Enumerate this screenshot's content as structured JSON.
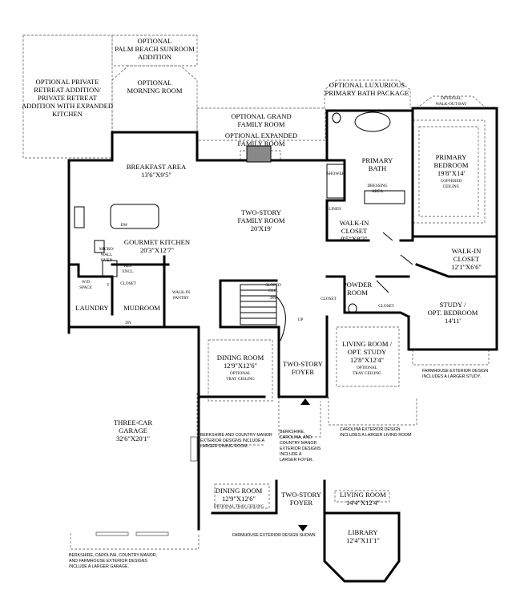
{
  "plan": {
    "retreat": {
      "l1": "OPTIONAL PRIVATE",
      "l2": "RETREAT ADDITION/",
      "l3": "PRIVATE RETREAT",
      "l4": "ADDITION WITH EXPANDED",
      "l5": "KITCHEN"
    },
    "sunroom": {
      "l1": "OPTIONAL",
      "l2": "PALM BEACH SUNROOM",
      "l3": "ADDITION"
    },
    "morning": {
      "l1": "OPTIONAL",
      "l2": "MORNING ROOM"
    },
    "bath_pkg": {
      "l1": "OPTIONAL LUXURIOUS",
      "l2": "PRIMARY BATH PACKAGE"
    },
    "walkout": {
      "l1": "OPTIONAL",
      "l2": "WALK-OUT BAY"
    },
    "grand": {
      "l1": "OPTIONAL GRAND",
      "l2": "FAMILY ROOM"
    },
    "expanded": {
      "l1": "OPTIONAL EXPANDED",
      "l2": "FAMILY ROOM"
    },
    "breakfast": {
      "name": "BREAKFAST AREA",
      "dim": "13'6\"X9'5\""
    },
    "dw": "DW",
    "micro": {
      "l1": "MICRO/",
      "l2": "WALL",
      "l3": "OVEN"
    },
    "kitchen": {
      "name": "GOURMET KITCHEN",
      "dim": "20'3\"X12'7\""
    },
    "ref": {
      "l1": "REF.",
      "l2": "ENCL."
    },
    "family": {
      "l1": "TWO-STORY",
      "l2": "FAMILY ROOM",
      "dim": "20'X19'"
    },
    "primary_bath": {
      "l1": "PRIMARY",
      "l2": "BATH"
    },
    "shower": "SHOWER",
    "dressing": {
      "l1": "DRESSING",
      "l2": "AREA"
    },
    "linen": "LINEN",
    "primary_bed": {
      "l1": "PRIMARY",
      "l2": "BEDROOM",
      "dim": "19'8\"X14'",
      "l3": "COFFERED",
      "l4": "CEILING"
    },
    "wic1": {
      "l1": "WALK-IN",
      "l2": "CLOSET",
      "dim": "9'5\"X8'2\""
    },
    "wic2": {
      "l1": "WALK-IN",
      "l2": "CLOSET",
      "dim": "12'1\"X6'6\""
    },
    "wd": {
      "l1": "W/D",
      "l2": "SPACE"
    },
    "t": "T",
    "closet": "CLOSET",
    "laundry": "LAUNDRY",
    "mudroom": "MUDROOM",
    "walkin_pantry": {
      "l1": "WALK-IN",
      "l2": "PANTRY"
    },
    "dn": "DN",
    "up": "UP",
    "sloped": {
      "l1": "SLOPED",
      "l2": "CLG."
    },
    "powder": {
      "l1": "POWDER",
      "l2": "ROOM"
    },
    "study": {
      "l1": "STUDY /",
      "l2": "OPT. BEDROOM",
      "dim": "14'11'"
    },
    "dining": {
      "name": "DINING ROOM",
      "dim": "12'9\"X12'6\"",
      "l1": "OPTIONAL",
      "l2": "TRAY CEILING"
    },
    "foyer": {
      "l1": "TWO-STORY",
      "l2": "FOYER"
    },
    "living": {
      "l1": "LIVING ROOM /",
      "l2": "OPT. STUDY",
      "dim": "12'8\"X12'4\"",
      "l3": "OPTIONAL",
      "l4": "TRAY CEILING"
    },
    "farmhouse_study": {
      "l1": "FARMHOUSE EXTERIOR DESIGN",
      "l2": "INCLUDES A LARGER STUDY."
    },
    "carolina_living": {
      "l1": "CAROLINA EXTERIOR DESIGN",
      "l2": "INCLUDES A LARGER LIVING ROOM"
    },
    "garage": {
      "l1": "THREE-CAR",
      "l2": "GARAGE",
      "dim": "32'6\"X20'1\""
    },
    "berk_dining": {
      "l1": "BERKSHIRE AND COUNTRY MANOR",
      "l2": "EXTERIOR DESIGNS INCLUDE A",
      "l3": "LARGER DINING ROOM."
    },
    "berk_foyer": {
      "l1": "BERKSHIRE,",
      "l2": "CAROLINA, AND",
      "l3": "COUNTRY MANOR",
      "l4": "EXTERIOR DESIGNS",
      "l5": "INCLUDE A",
      "l6": "LARGER FOYER."
    },
    "alt_dining": {
      "name": "DINING ROOM",
      "dim": "12'9\"X12'6\"",
      "l1": "OPTIONAL TRAY CEILING"
    },
    "alt_foyer": {
      "l1": "TWO-STORY",
      "l2": "FOYER"
    },
    "alt_living": {
      "name": "LIVING ROOM",
      "dim": "14'4\"X12'4\""
    },
    "library": {
      "name": "LIBRARY",
      "dim": "12'4\"X11'1\""
    },
    "farmhouse_shown": "FARMHOUSE EXTERIOR DESIGN SHOWN",
    "garage_note": {
      "l1": "BERKSHIRE, CAROLINA, COUNTRY MANOR,",
      "l2": "AND FARMHOUSE EXTERIOR DESIGNS",
      "l3": "INCLUDE A LARGER GARAGE."
    }
  }
}
